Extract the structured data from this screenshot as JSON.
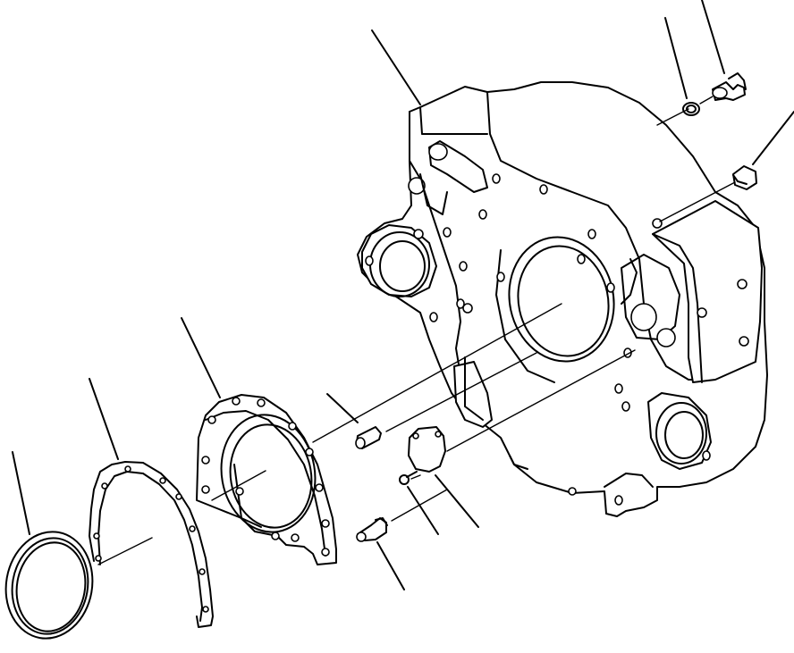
{
  "diagram": {
    "colors": {
      "ink": "#000000",
      "paper": "#ffffff"
    },
    "parts": [
      {
        "id": "flywheel-housing",
        "leader": true
      },
      {
        "id": "washer",
        "leader": true
      },
      {
        "id": "upper-bolt",
        "leader": true
      },
      {
        "id": "plug-bolt",
        "leader": true
      },
      {
        "id": "dowel-pin",
        "leader": true
      },
      {
        "id": "cover-plate",
        "leader": true
      },
      {
        "id": "cover-screw",
        "leader": true
      },
      {
        "id": "housing-bolt",
        "leader": true
      },
      {
        "id": "seal-retainer",
        "leader": true
      },
      {
        "id": "gasket",
        "leader": true
      },
      {
        "id": "oil-seal",
        "leader": true
      }
    ]
  }
}
